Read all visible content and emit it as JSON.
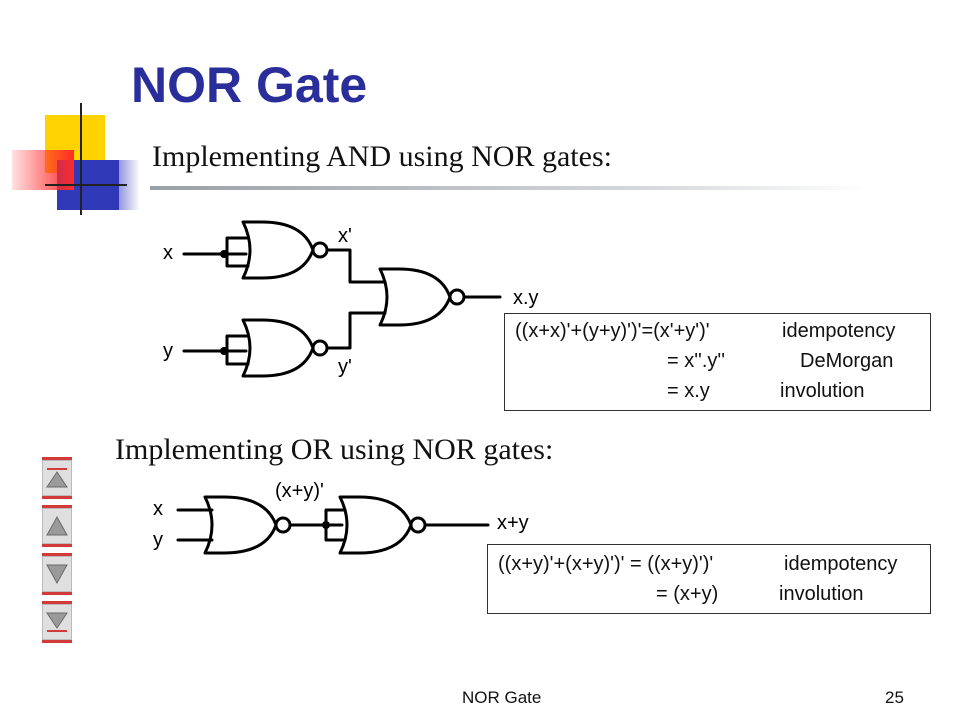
{
  "slide": {
    "title": "NOR Gate",
    "and_heading": "Implementing AND using NOR gates:",
    "or_heading": "Implementing OR using NOR gates:",
    "footer_left": "NOR Gate",
    "page_number": "25"
  },
  "and_circuit": {
    "input_x": "x",
    "input_y": "y",
    "label_x_prime": "x'",
    "label_y_prime": "y'",
    "output": "x.y",
    "equations": [
      {
        "expr": "((x+x)'+(y+y)')'=(x'+y')'",
        "law": "idempotency"
      },
      {
        "expr": "= x''.y''",
        "law": "DeMorgan"
      },
      {
        "expr": "= x.y",
        "law": "involution"
      }
    ]
  },
  "or_circuit": {
    "input_x": "x",
    "input_y": "y",
    "intermediate": "(x+y)'",
    "output": "x+y",
    "equations": [
      {
        "expr": "((x+y)'+(x+y)')' = ((x+y)')'",
        "law": "idempotency"
      },
      {
        "expr": "= (x+y)",
        "law": "involution"
      }
    ]
  },
  "nav_buttons": [
    {
      "icon": "first-slide-icon"
    },
    {
      "icon": "previous-slide-icon"
    },
    {
      "icon": "next-slide-icon"
    },
    {
      "icon": "last-slide-icon"
    }
  ],
  "colors": {
    "title": "#2a2e9a",
    "accent_red": "#d23a3a",
    "accent_yellow": "#ffd200",
    "accent_blue": "#3039b8"
  }
}
